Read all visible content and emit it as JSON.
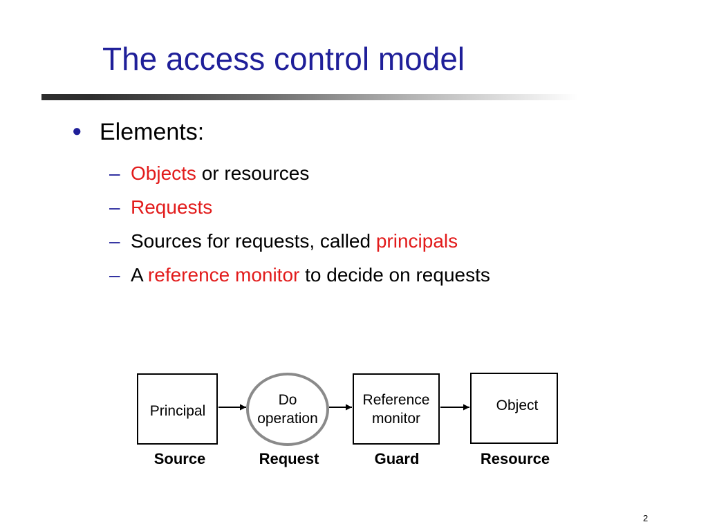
{
  "slide": {
    "title": "The access control model",
    "page_number": "2"
  },
  "bullets": {
    "main": "Elements:",
    "sub_items": [
      {
        "parts": [
          {
            "text": "Objects",
            "highlight": true
          },
          {
            "text": " or resources",
            "highlight": false
          }
        ]
      },
      {
        "parts": [
          {
            "text": "Requests",
            "highlight": true
          }
        ]
      },
      {
        "parts": [
          {
            "text": "Sources for requests, called ",
            "highlight": false
          },
          {
            "text": "principals",
            "highlight": true
          }
        ]
      },
      {
        "parts": [
          {
            "text": "A ",
            "highlight": false
          },
          {
            "text": "reference monitor",
            "highlight": true
          },
          {
            "text": " to decide on requests",
            "highlight": false
          }
        ]
      }
    ]
  },
  "diagram": {
    "nodes": [
      {
        "lines": [
          "Principal"
        ],
        "shape": "box"
      },
      {
        "lines": [
          "Do",
          "operation"
        ],
        "shape": "ellipse"
      },
      {
        "lines": [
          "Reference",
          "monitor"
        ],
        "shape": "box"
      },
      {
        "lines": [
          "Object"
        ],
        "shape": "box"
      }
    ],
    "labels": [
      "Source",
      "Request",
      "Guard",
      "Resource"
    ]
  },
  "colors": {
    "title": "#1f1f99",
    "highlight": "#e21b1b",
    "bullet": "#1f1f99",
    "ellipse_stroke": "#8a8a8a"
  }
}
